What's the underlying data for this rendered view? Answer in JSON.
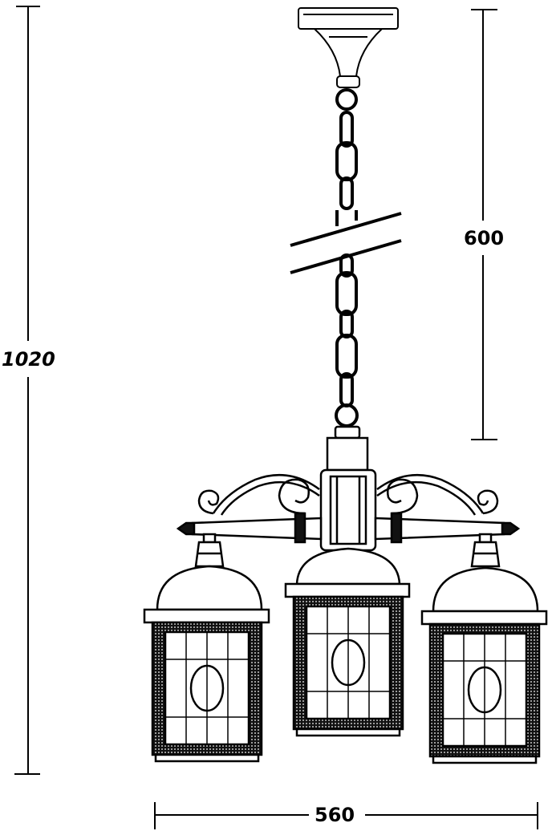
{
  "dimensions": {
    "total_height": "1020",
    "chain_length": "600",
    "width": "560"
  },
  "colors": {
    "line": "#000000",
    "background": "#ffffff",
    "glass": "#ffffff"
  },
  "icons": {
    "fixture": "chandelier-lantern-icon"
  }
}
